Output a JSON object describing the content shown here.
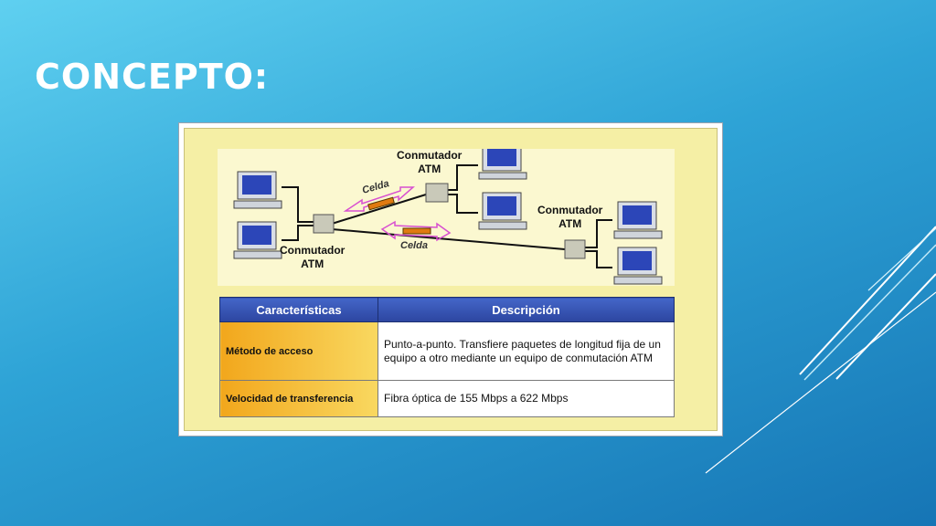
{
  "slide": {
    "title": "CONCEPTO:"
  },
  "diagram": {
    "switch_top": [
      "Conmutador",
      "ATM"
    ],
    "switch_left": [
      "Conmutador",
      "ATM"
    ],
    "switch_right": [
      "Conmutador",
      "ATM"
    ],
    "cell_upper": "Celda",
    "cell_lower": "Celda"
  },
  "table": {
    "headers": [
      "Características",
      "Descripción"
    ],
    "rows": [
      {
        "key": "Método de acceso",
        "value": "Punto-a-punto. Transfiere paquetes de longitud fija de un equipo a otro mediante un equipo de conmutación ATM"
      },
      {
        "key": "Velocidad de transferencia",
        "value": "Fibra óptica de 155 Mbps a 622 Mbps"
      }
    ]
  },
  "colors": {
    "background": "#2ea3d6",
    "header": "#2c45a0",
    "key_cell": "#f2a71c"
  }
}
